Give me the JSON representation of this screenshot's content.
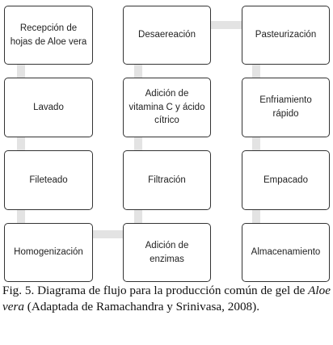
{
  "flow_steps": [
    "Recepción de hojas de Aloe vera",
    "Lavado",
    "Fileteado",
    "Homogenización",
    "Adición de enzimas",
    "Filtración",
    "Adición de vitamina C y ácido cítrico",
    "Desaereación",
    "Pasteurización",
    "Enfriamiento rápido",
    "Empacado",
    "Almacenamiento"
  ],
  "caption": {
    "prefix": "Fig. 5. Diagrama de flujo para la producción común de gel de ",
    "italic": "Aloe vera",
    "suffix": " (Adaptada de Ramachandra y Srinivasa, 2008)."
  }
}
